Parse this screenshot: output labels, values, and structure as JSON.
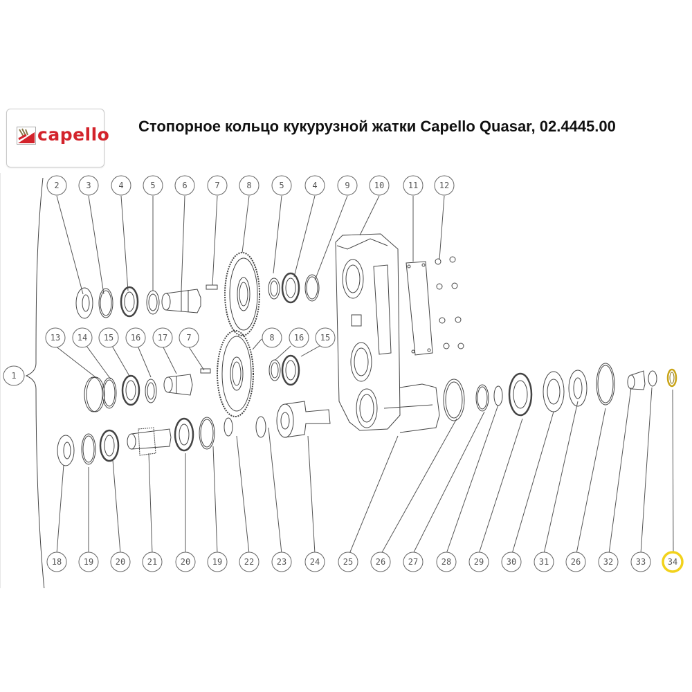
{
  "header": {
    "title": "Стопорное кольцо кукурузной жатки Capello Quasar, 02.4445.00",
    "logo": {
      "text": "capello",
      "icon": "capello-wheat-logo-icon",
      "brand_color": "#d3232b"
    }
  },
  "diagram": {
    "highlight_color": "#f2d21b",
    "highlighted_part": "34",
    "group_callout": "1",
    "callouts_top_row": [
      "2",
      "3",
      "4",
      "5",
      "6",
      "7",
      "8",
      "5",
      "4",
      "9",
      "10",
      "11",
      "12"
    ],
    "callouts_middle_row": [
      "13",
      "14",
      "15",
      "16",
      "17",
      "7",
      "8",
      "16",
      "15"
    ],
    "callouts_bottom_row": [
      "18",
      "19",
      "20",
      "21",
      "20",
      "19",
      "22",
      "23",
      "24",
      "25",
      "26",
      "27",
      "28",
      "29",
      "30",
      "31",
      "26",
      "32",
      "33",
      "34"
    ]
  }
}
